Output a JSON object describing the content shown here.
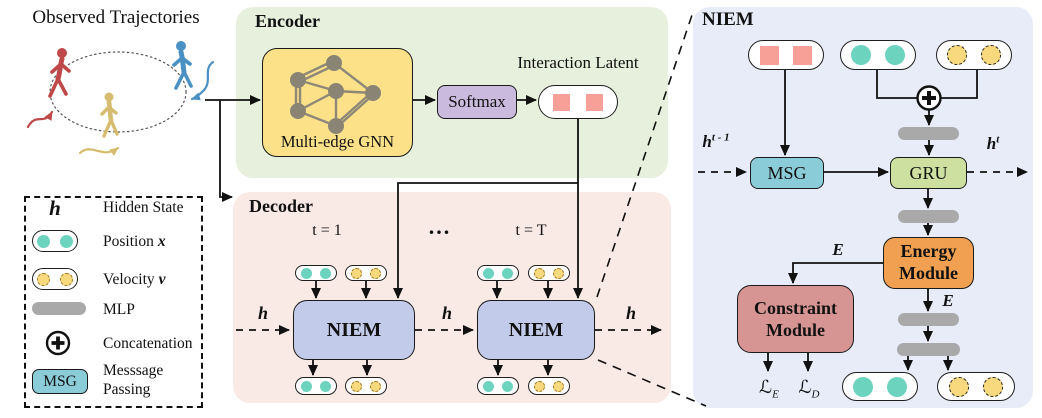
{
  "title": "Observed Trajectories",
  "encoder": {
    "label": "Encoder",
    "gnn_label": "Multi-edge GNN",
    "softmax_label": "Softmax",
    "latent_caption": "Interaction Latent"
  },
  "decoder": {
    "label": "Decoder",
    "t_first": "t = 1",
    "ellipsis": "...",
    "t_last": "t = T",
    "niem_label_1": "NIEM",
    "niem_label_2": "NIEM",
    "h_left": "h",
    "h_middle": "h",
    "h_right": "h"
  },
  "legend": {
    "hidden_symbol": "h",
    "hidden_label": "Hidden State",
    "position_label": "Position",
    "position_symbol": "x",
    "velocity_label": "Velocity",
    "velocity_symbol": "v",
    "mlp_label": "MLP",
    "concat_label": "Concatenation",
    "msg_symbol": "MSG",
    "message_line1": "Messsage",
    "message_line2": "Passing"
  },
  "niem": {
    "title": "NIEM",
    "h_in_base": "h",
    "h_in_sup": "t - 1",
    "msg_label": "MSG",
    "gru_label": "GRU",
    "h_out_base": "h",
    "h_out_sup": "t",
    "energy_line1": "Energy",
    "energy_line2": "Module",
    "constraint_line1": "Constraint",
    "constraint_line2": "Module",
    "e_to_constraint": "E",
    "e_down": "E",
    "loss_e_base": "ℒ",
    "loss_e_sub": "E",
    "loss_d_base": "ℒ",
    "loss_d_sub": "D"
  },
  "colors": {
    "encoder_panel": "#e7f0dc",
    "decoder_panel": "#faeae6",
    "niem_panel": "#e8ecf8",
    "gnn_box": "#fce189",
    "softmax_box": "#cabbde",
    "interaction_square": "#f6a098",
    "niem_block": "#c2cbe9",
    "msg_block": "#8bccd9",
    "gru_block": "#cde09f",
    "energy_block": "#f0a050",
    "constraint_block": "#d69593",
    "position_dot": "#6cd3bf",
    "velocity_dot": "#f8d97d",
    "mlp_bar": "#a9a9a9",
    "person_red": "#bf4848",
    "person_yellow": "#d6bc6e",
    "person_blue": "#4a90c2"
  }
}
